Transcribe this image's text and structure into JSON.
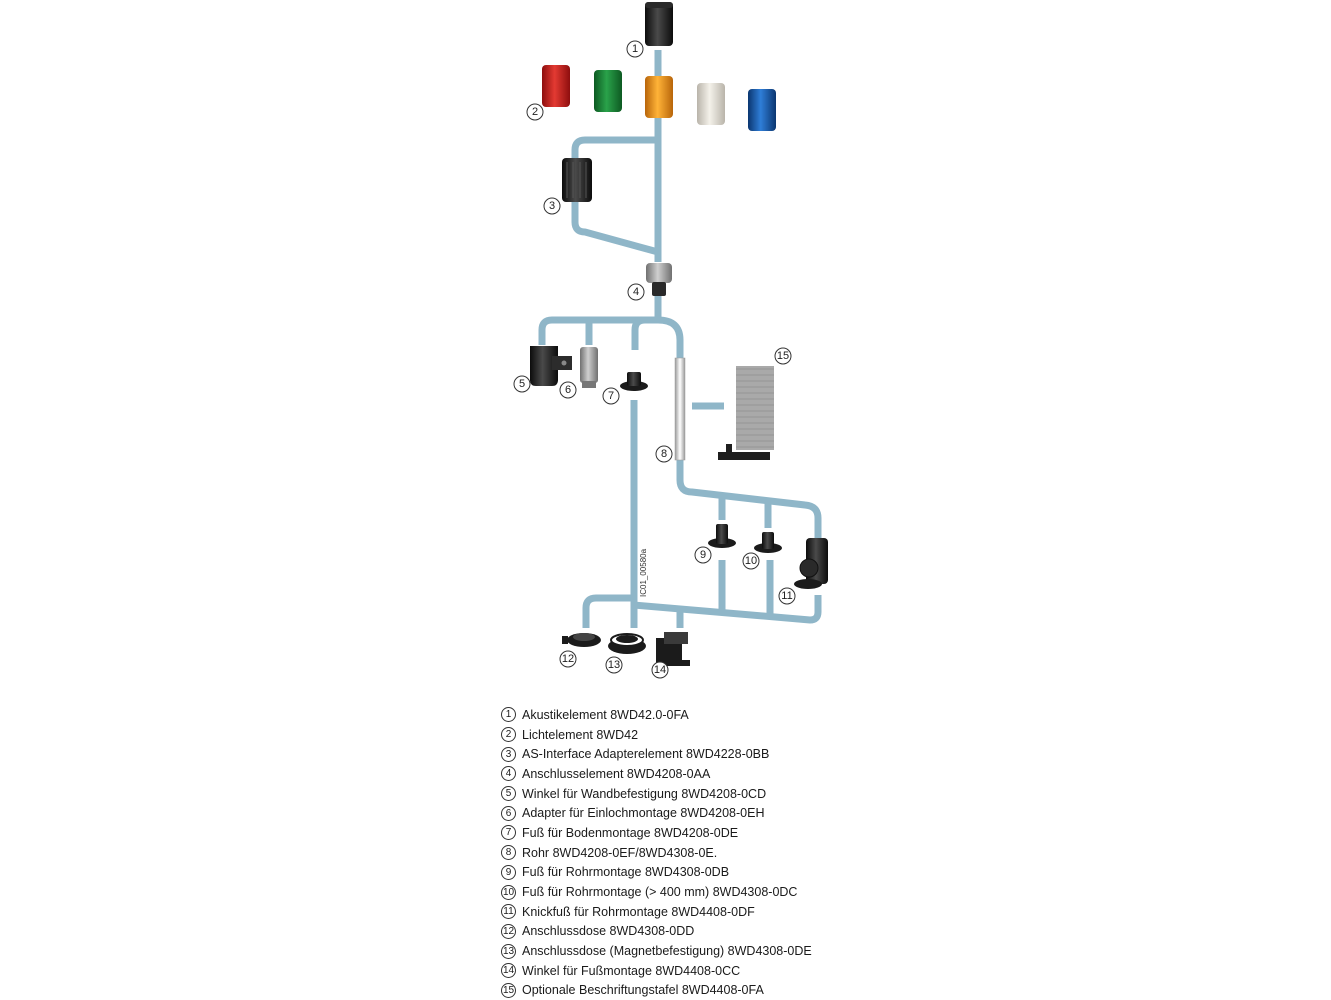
{
  "diagram": {
    "figure_code": "IC01_00580a",
    "colors": {
      "pipe": "#8fb6c8",
      "red": "#d32020",
      "green": "#1f8f3a",
      "orange": "#f29a1a",
      "clear": "#e6e2da",
      "blue": "#1a5fb0",
      "black": "#1b1b1b",
      "grey": "#9a9a9a"
    }
  },
  "legend": {
    "items": [
      {
        "num": "1",
        "text": "Akustikelement 8WD42.0-0FA"
      },
      {
        "num": "2",
        "text": "Lichtelement 8WD42"
      },
      {
        "num": "3",
        "text": "AS-Interface Adapterelement 8WD4228-0BB"
      },
      {
        "num": "4",
        "text": "Anschlusselement 8WD4208-0AA"
      },
      {
        "num": "5",
        "text": "Winkel für Wandbefestigung 8WD4208-0CD"
      },
      {
        "num": "6",
        "text": "Adapter für Einlochmontage 8WD4208-0EH"
      },
      {
        "num": "7",
        "text": "Fuß für Bodenmontage 8WD4208-0DE"
      },
      {
        "num": "8",
        "text": "Rohr 8WD4208-0EF/8WD4308-0E."
      },
      {
        "num": "9",
        "text": "Fuß für Rohrmontage 8WD4308-0DB"
      },
      {
        "num": "10",
        "text": "Fuß für Rohrmontage (> 400 mm) 8WD4308-0DC"
      },
      {
        "num": "11",
        "text": "Knickfuß für Rohrmontage 8WD4408-0DF"
      },
      {
        "num": "12",
        "text": "Anschlussdose 8WD4308-0DD"
      },
      {
        "num": "13",
        "text": "Anschlussdose (Magnetbefestigung) 8WD4308-0DE"
      },
      {
        "num": "14",
        "text": "Winkel für Fußmontage 8WD4408-0CC"
      },
      {
        "num": "15",
        "text": "Optionale Beschriftungstafel 8WD4408-0FA"
      }
    ]
  }
}
